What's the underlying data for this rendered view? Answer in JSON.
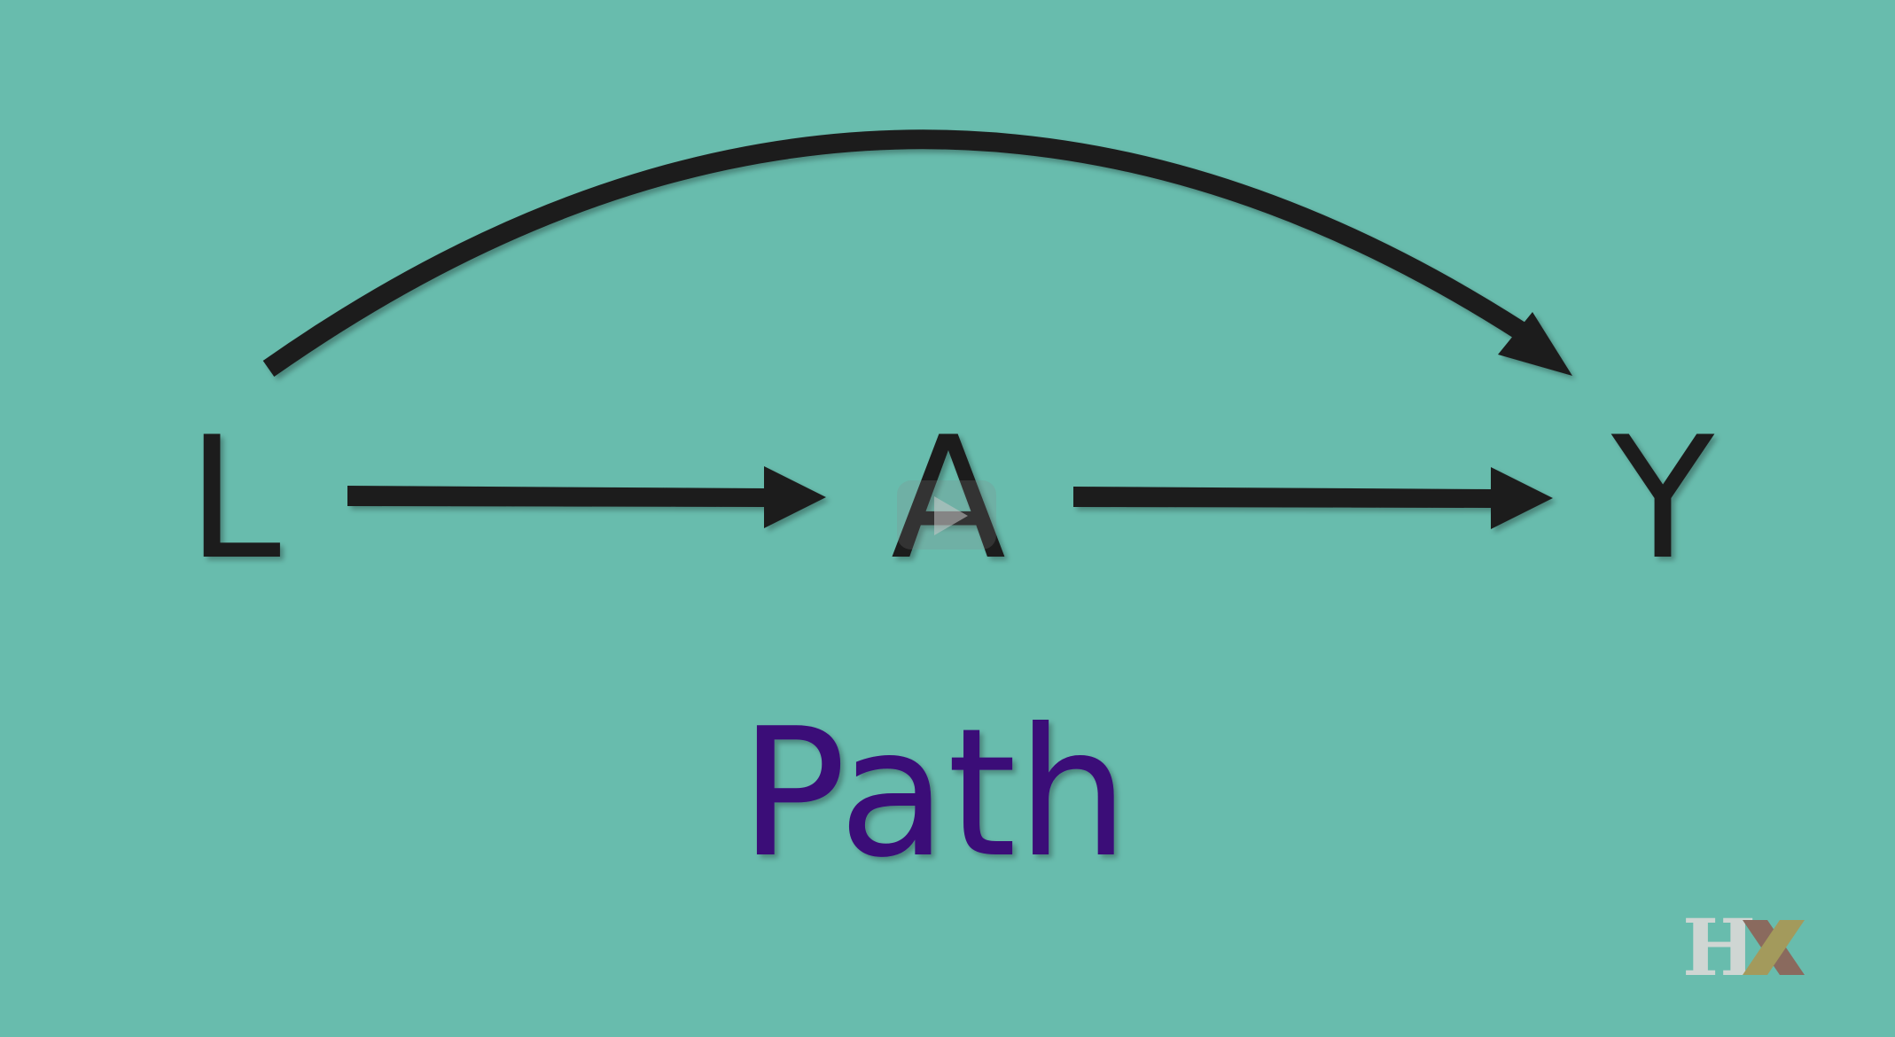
{
  "diagram": {
    "nodes": [
      {
        "id": "L",
        "label": "L"
      },
      {
        "id": "A",
        "label": "A"
      },
      {
        "id": "Y",
        "label": "Y"
      }
    ],
    "edges": [
      {
        "from": "L",
        "to": "A"
      },
      {
        "from": "A",
        "to": "Y"
      },
      {
        "from": "L",
        "to": "Y",
        "style": "curved"
      }
    ],
    "caption": "Path",
    "colors": {
      "background": "#68bcad",
      "arrows": "#1e1e1e",
      "caption": "#3b0a78"
    }
  },
  "overlay": {
    "play_icon": "play-icon"
  },
  "logo": {
    "letter_h": "H",
    "x_colors": [
      "#8a6a5e",
      "#a39a5c"
    ]
  }
}
